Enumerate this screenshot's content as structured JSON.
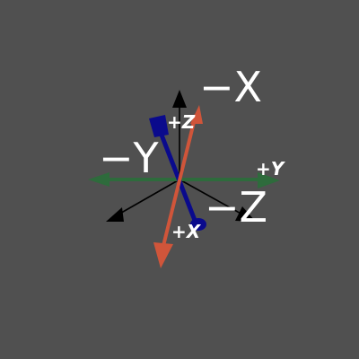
{
  "viewer": {
    "background_color": "#505050"
  },
  "axis_labels": {
    "neg_x": "−X",
    "neg_y": "−Y",
    "neg_z": "−Z",
    "pos_x": "+X",
    "pos_y": "+Y",
    "pos_z": "+Z"
  },
  "axes": {
    "x_color": "#d0553a",
    "y_color": "#2e6b3c",
    "z_color": "#0a0a8c",
    "grid_color": "#000000"
  }
}
